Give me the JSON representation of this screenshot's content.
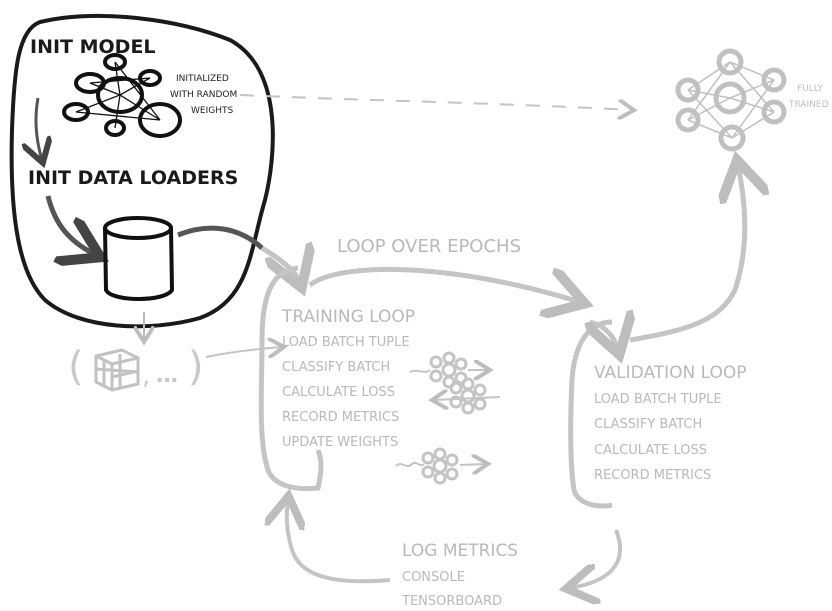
{
  "init": {
    "title": "INIT MODEL",
    "weights_note": [
      "INITIALIZED",
      "WITH RANDOM",
      "WEIGHTS"
    ],
    "data_loaders": "INIT DATA LOADERS"
  },
  "batch": {
    "ellipsis": "(   , …)"
  },
  "trained": {
    "label": [
      "FULLY",
      "TRAINED"
    ]
  },
  "loop_over_epochs": "LOOP OVER EPOCHS",
  "training": {
    "title": "TRAINING LOOP",
    "steps": [
      "LOAD BATCH TUPLE",
      "CLASSIFY BATCH",
      "CALCULATE LOSS",
      "RECORD METRICS",
      "UPDATE WEIGHTS"
    ]
  },
  "validation": {
    "title": "VALIDATION LOOP",
    "steps": [
      "LOAD BATCH TUPLE",
      "CLASSIFY BATCH",
      "CALCULATE LOSS",
      "RECORD METRICS"
    ]
  },
  "log": {
    "title": "LOG METRICS",
    "outputs": [
      "CONSOLE",
      "TENSORBOARD"
    ]
  },
  "colors": {
    "dark": "#1a1a1a",
    "grey": "#b9b9b9",
    "background": "#ffffff"
  },
  "icons": [
    "neural-network-icon",
    "database-cylinder-icon",
    "tensor-cube-icon"
  ]
}
